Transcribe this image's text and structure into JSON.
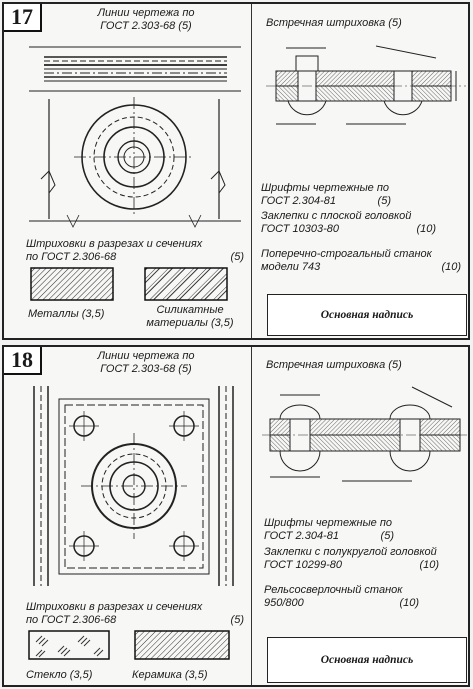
{
  "sheets": [
    {
      "number": "17",
      "lines_title": [
        "Линии чертежа по",
        "ГОСТ 2.303-68 (5)"
      ],
      "hatching_title": "Встречная штриховка (5)",
      "fonts_line1": "Шрифты чертежные по",
      "fonts_line2": "ГОСТ  2.304-81",
      "fonts_score": "(5)",
      "rivets_line1": "Заклепки с плоской головкой",
      "rivets_line2": "ГОСТ  10303-80",
      "rivets_score": "(10)",
      "machine_line1": "Поперечно-строгальный станок",
      "machine_line2": "модели 743",
      "machine_score": "(10)",
      "sections_line1": "Штриховки в разрезах и сечениях",
      "sections_line2": "по ГОСТ  2.306-68",
      "sections_score": "(5)",
      "material1": "Металлы  (3,5)",
      "material2_line1": "Силикатные",
      "material2_line2": "материалы (3,5)",
      "title_block": "Основная надпись"
    },
    {
      "number": "18",
      "lines_title": [
        "Линии чертежа по",
        "ГОСТ 2.303-68 (5)"
      ],
      "hatching_title": "Встречная штриховка (5)",
      "fonts_line1": "Шрифты чертежные по",
      "fonts_line2": "ГОСТ  2.304-81",
      "fonts_score": "(5)",
      "rivets_line1": "Заклепки с полукруглой головкой",
      "rivets_line2": "ГОСТ  10299-80",
      "rivets_score": "(10)",
      "machine_line1": "Рельсосверлочный станок",
      "machine_line2": "950/800",
      "machine_score": "(10)",
      "sections_line1": "Штриховки в разрезах и сечениях",
      "sections_line2": "по ГОСТ  2.306-68",
      "sections_score": "(5)",
      "material1": "Стекло   (3,5)",
      "material2": "Керамика  (3,5)",
      "title_block": "Основная надпись"
    }
  ]
}
